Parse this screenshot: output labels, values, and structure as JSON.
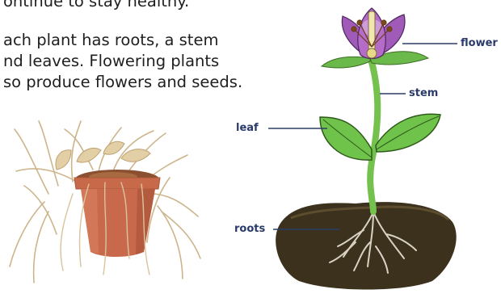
{
  "body_text": {
    "line0": "ontinue to stay healthy.",
    "line1": "ach plant has roots, a stem",
    "line2": "nd leaves. Flowering plants",
    "line3": "so produce flowers and seeds."
  },
  "diagram": {
    "labels": {
      "flower": "flower",
      "stem": "stem",
      "leaf": "leaf",
      "roots": "roots"
    }
  },
  "colors": {
    "label_text": "#2a3a6a",
    "leader_line": "#2b3f66",
    "petal": "#a05ab8",
    "leaf": "#6fc24a",
    "stem": "#77c34e",
    "soil": "#3a2f1a",
    "pot": "#c8694b",
    "dry_grass": "#d8c29a"
  }
}
